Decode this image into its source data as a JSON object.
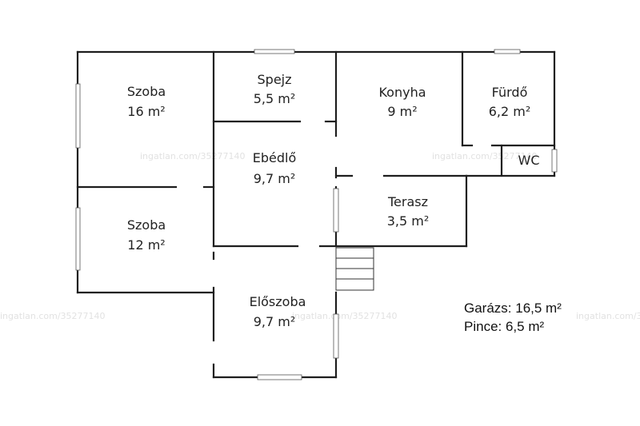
{
  "rooms": [
    {
      "id": "szoba-1",
      "name": "Szoba",
      "area": "16 m²"
    },
    {
      "id": "spejz",
      "name": "Spejz",
      "area": "5,5 m²"
    },
    {
      "id": "konyha",
      "name": "Konyha",
      "area": "9 m²"
    },
    {
      "id": "furdo",
      "name": "Fürdő",
      "area": "6,2 m²"
    },
    {
      "id": "ebedlo",
      "name": "Ebédlő",
      "area": "9,7 m²"
    },
    {
      "id": "wc",
      "name": "WC"
    },
    {
      "id": "terasz",
      "name": "Terasz",
      "area": "3,5 m²"
    },
    {
      "id": "szoba-2",
      "name": "Szoba",
      "area": "12 m²"
    },
    {
      "id": "eloszoba",
      "name": "Előszoba",
      "area": "9,7 m²"
    }
  ],
  "extras": [
    "Garázs: 16,5 m²",
    "Pince: 6,5 m²"
  ],
  "watermark": "ingatlan.com/35277140"
}
